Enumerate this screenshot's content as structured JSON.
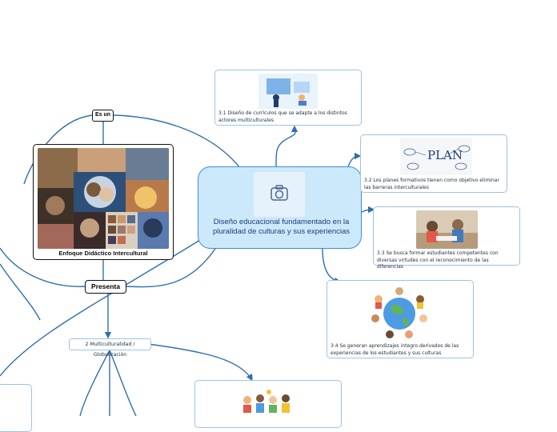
{
  "central": {
    "title": "Diseño educacional fundamentado en la pluralidad de culturas y sus experiencias",
    "icon": "camera-icon"
  },
  "labels": {
    "es_un": "Es un",
    "presenta": "Presenta"
  },
  "collage": {
    "caption": "Enfoque Didáctico Intercultural"
  },
  "subtopics": [
    {
      "text": "3.1 Diseño de currículos que se adapte a los distintos actores multiculturales"
    },
    {
      "text": "3.2 Los planes formativos tienen como objetivo eliminar las barreras interculturales",
      "image_word": "PLAN"
    },
    {
      "text": "3.3 Se busca formar estudiantes competentes con diversas virtudes con el reconocimiento de las diferencias"
    },
    {
      "text": "3.4 Se generan aprendizajes integro derivados de las experiencias de los estudiantes y sus culturas"
    }
  ],
  "multicultural_node": {
    "text": "2 Multiculturalidad / Globalización"
  },
  "colors": {
    "link": "#2f6fb0",
    "central_fill": "#cbe9fb",
    "central_border": "#3b8fd3",
    "card_border": "#9cc3e6"
  }
}
